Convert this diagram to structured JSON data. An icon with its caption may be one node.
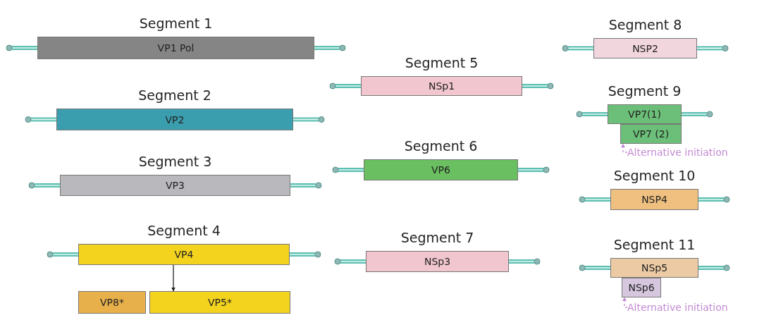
{
  "diagram": {
    "nodes": [
      {
        "text": [
          "VP1 Pol"
        ],
        "beside": [
          "Segment 1"
        ]
      },
      {
        "text": [
          "VP2"
        ],
        "beside": [
          "Segment 2"
        ]
      },
      {
        "text": [
          "VP3"
        ],
        "beside": [
          "Segment 3"
        ]
      },
      {
        "text": [
          "VP4"
        ],
        "beside": [
          "Segment 4"
        ]
      },
      {
        "text": [
          "VP8*"
        ]
      },
      {
        "text": [
          "VP5*"
        ]
      },
      {
        "text": [
          "NSp1"
        ],
        "beside": [
          "Segment 5"
        ]
      },
      {
        "text": [
          "VP6"
        ],
        "beside": [
          "Segment 6"
        ]
      },
      {
        "text": [
          "NSp3"
        ],
        "beside": [
          "Segment 7"
        ]
      },
      {
        "text": [
          "NSP2"
        ],
        "beside": [
          "Segment 8"
        ]
      },
      {
        "text": [
          "VP7(1)"
        ],
        "beside": [
          "Segment 9"
        ]
      },
      {
        "text": [
          "VP7 (2)"
        ]
      },
      {
        "text": [
          "Alternative initiation"
        ]
      },
      {
        "text": [
          "NSP4"
        ],
        "beside": [
          "Segment 10"
        ]
      },
      {
        "text": [
          "NSp5"
        ],
        "beside": [
          "Segment 11"
        ]
      },
      {
        "text": [
          "NSp6"
        ]
      },
      {
        "text": [
          "Alternative initiation"
        ]
      }
    ],
    "edges": [
      {
        "from": 3,
        "to": 5,
        "arrow": "to",
        "color": "#222222"
      },
      {
        "from": 12,
        "to": 11,
        "arrow": "to",
        "style": "dashed",
        "color": "#c38ad3"
      },
      {
        "from": 16,
        "to": 15,
        "arrow": "to",
        "style": "dashed",
        "color": "#c38ad3"
      }
    ]
  }
}
